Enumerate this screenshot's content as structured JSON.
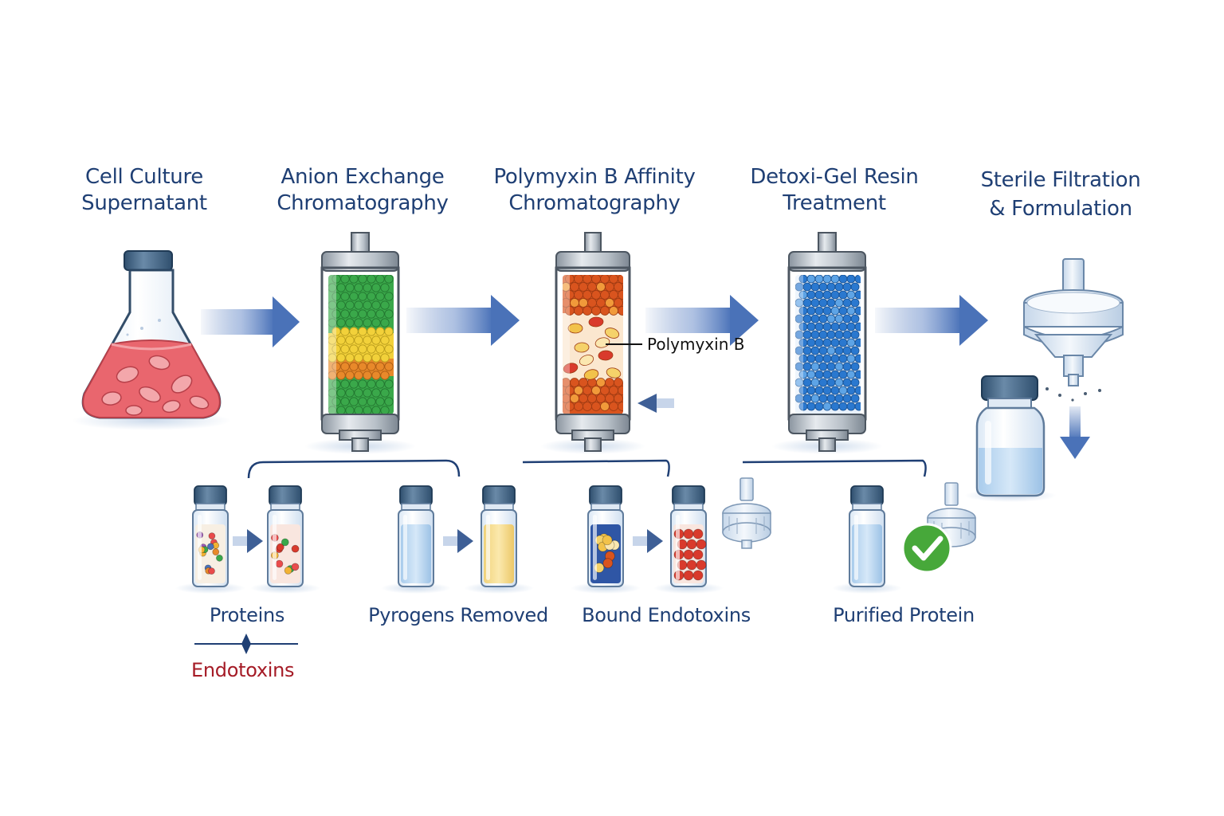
{
  "stages": [
    {
      "line1": "Cell Culture",
      "line2": "Supernatant"
    },
    {
      "line1": "Anion Exchange",
      "line2": "Chromatography"
    },
    {
      "line1": "Polymyxin B Affinity",
      "line2": "Chromatography"
    },
    {
      "line1": "Detoxi-Gel Resin",
      "line2": "Treatment"
    },
    {
      "line1": "Sterile Filtration",
      "line2": "& Formulation"
    }
  ],
  "annotation": {
    "polymyxin": "Polymyxin B"
  },
  "outputs": {
    "proteins": "Proteins",
    "endotoxins": "Endotoxins",
    "pyrogens_removed": "Pyrogens Removed",
    "bound_endotoxins": "Bound Endotoxins",
    "purified_protein": "Purified Protein"
  },
  "icons": [
    "flask-icon",
    "chromatography-column-icon",
    "syringe-filter-icon",
    "vial-icon",
    "checkmark-icon",
    "arrow-icon"
  ],
  "colors": {
    "title_text": "#1f3f74",
    "arrow": "#4a72b8",
    "endotoxin_text": "#a51b26",
    "anion_resin": "#3aa84a",
    "anion_band": "#f2d13a",
    "polymyxin_resin": "#d9541e",
    "detoxi_resin": "#2a78cf",
    "culture_medium": "#e9666e",
    "check_green": "#47a83a"
  }
}
